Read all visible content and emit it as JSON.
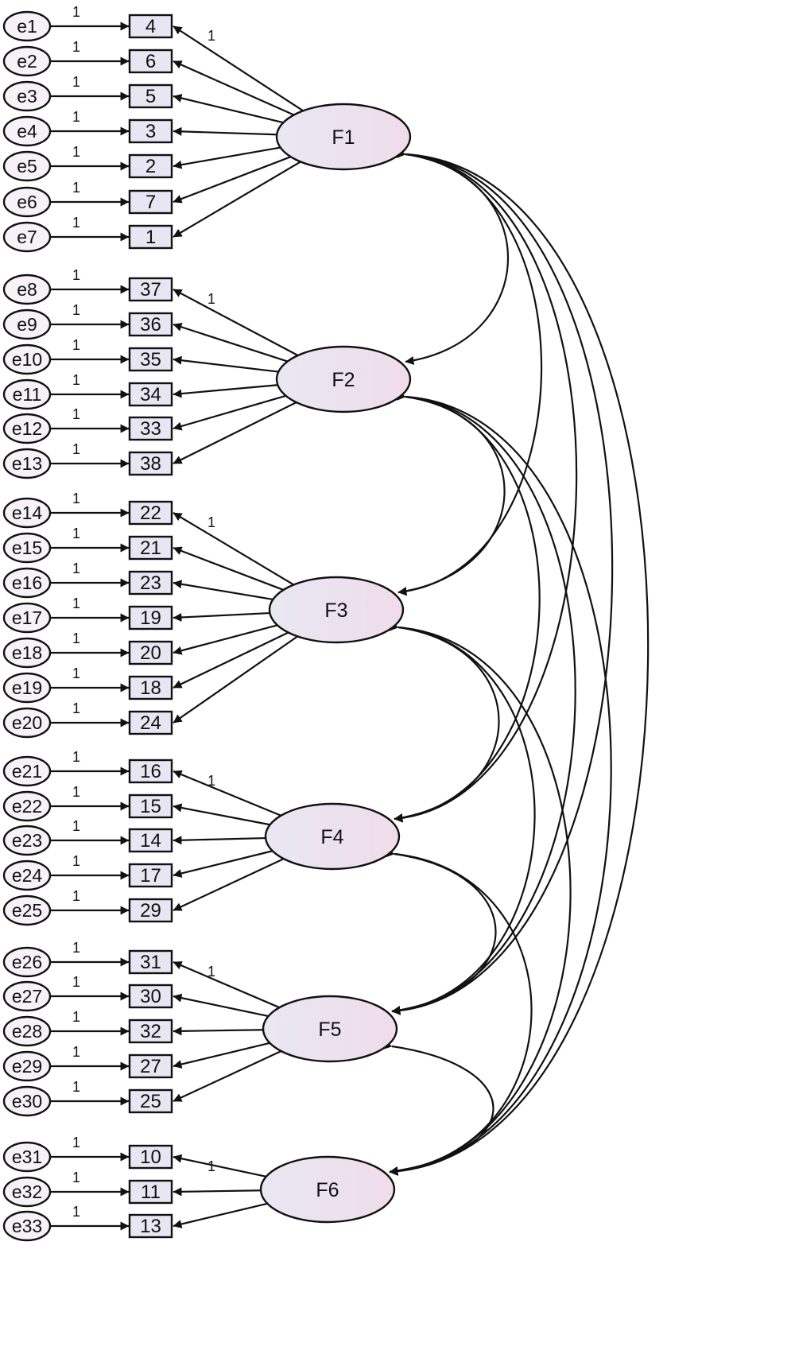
{
  "factors": [
    {
      "label": "F1",
      "fixed": "1",
      "indicators": [
        {
          "error": "e1",
          "item": "4",
          "weight": "1"
        },
        {
          "error": "e2",
          "item": "6",
          "weight": "1"
        },
        {
          "error": "e3",
          "item": "5",
          "weight": "1"
        },
        {
          "error": "e4",
          "item": "3",
          "weight": "1"
        },
        {
          "error": "e5",
          "item": "2",
          "weight": "1"
        },
        {
          "error": "e6",
          "item": "7",
          "weight": "1"
        },
        {
          "error": "e7",
          "item": "1",
          "weight": "1"
        }
      ]
    },
    {
      "label": "F2",
      "fixed": "1",
      "indicators": [
        {
          "error": "e8",
          "item": "37",
          "weight": "1"
        },
        {
          "error": "e9",
          "item": "36",
          "weight": "1"
        },
        {
          "error": "e10",
          "item": "35",
          "weight": "1"
        },
        {
          "error": "e11",
          "item": "34",
          "weight": "1"
        },
        {
          "error": "e12",
          "item": "33",
          "weight": "1"
        },
        {
          "error": "e13",
          "item": "38",
          "weight": "1"
        }
      ]
    },
    {
      "label": "F3",
      "fixed": "1",
      "indicators": [
        {
          "error": "e14",
          "item": "22",
          "weight": "1"
        },
        {
          "error": "e15",
          "item": "21",
          "weight": "1"
        },
        {
          "error": "e16",
          "item": "23",
          "weight": "1"
        },
        {
          "error": "e17",
          "item": "19",
          "weight": "1"
        },
        {
          "error": "e18",
          "item": "20",
          "weight": "1"
        },
        {
          "error": "e19",
          "item": "18",
          "weight": "1"
        },
        {
          "error": "e20",
          "item": "24",
          "weight": "1"
        }
      ]
    },
    {
      "label": "F4",
      "fixed": "1",
      "indicators": [
        {
          "error": "e21",
          "item": "16",
          "weight": "1"
        },
        {
          "error": "e22",
          "item": "15",
          "weight": "1"
        },
        {
          "error": "e23",
          "item": "14",
          "weight": "1"
        },
        {
          "error": "e24",
          "item": "17",
          "weight": "1"
        },
        {
          "error": "e25",
          "item": "29",
          "weight": "1"
        }
      ]
    },
    {
      "label": "F5",
      "fixed": "1",
      "indicators": [
        {
          "error": "e26",
          "item": "31",
          "weight": "1"
        },
        {
          "error": "e27",
          "item": "30",
          "weight": "1"
        },
        {
          "error": "e28",
          "item": "32",
          "weight": "1"
        },
        {
          "error": "e29",
          "item": "27",
          "weight": "1"
        },
        {
          "error": "e30",
          "item": "25",
          "weight": "1"
        }
      ]
    },
    {
      "label": "F6",
      "fixed": "1",
      "indicators": [
        {
          "error": "e31",
          "item": "10",
          "weight": "1"
        },
        {
          "error": "e32",
          "item": "11",
          "weight": "1"
        },
        {
          "error": "e33",
          "item": "13",
          "weight": "1"
        }
      ]
    }
  ],
  "covariances": [
    [
      "F1",
      "F2"
    ],
    [
      "F1",
      "F3"
    ],
    [
      "F1",
      "F4"
    ],
    [
      "F1",
      "F5"
    ],
    [
      "F1",
      "F6"
    ],
    [
      "F2",
      "F3"
    ],
    [
      "F2",
      "F4"
    ],
    [
      "F2",
      "F5"
    ],
    [
      "F2",
      "F6"
    ],
    [
      "F3",
      "F4"
    ],
    [
      "F3",
      "F5"
    ],
    [
      "F3",
      "F6"
    ],
    [
      "F4",
      "F5"
    ],
    [
      "F4",
      "F6"
    ],
    [
      "F5",
      "F6"
    ]
  ],
  "colors": {
    "stroke": "#111111",
    "indicator_fill": "#e9e6f3",
    "error_fill": "#f6f2f8",
    "factor_fill_start": "#e8e8f3",
    "factor_fill_end": "#f0dcea"
  }
}
